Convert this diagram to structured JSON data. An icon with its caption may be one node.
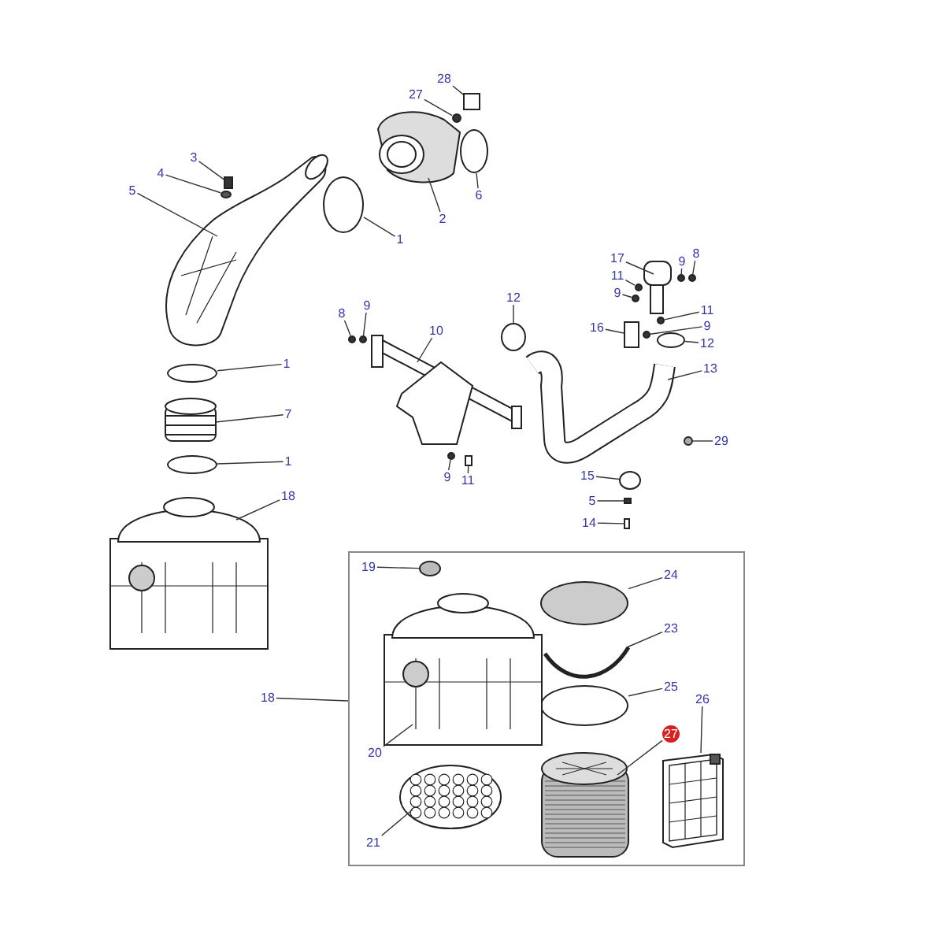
{
  "diagram": {
    "nodes": [
      {
        "text": [
          "28"
        ]
      },
      {
        "text": [
          "27"
        ]
      },
      {
        "text": [
          "3"
        ]
      },
      {
        "text": [
          "4"
        ]
      },
      {
        "text": [
          "5"
        ]
      },
      {
        "text": [
          "6"
        ]
      },
      {
        "text": [
          "2"
        ]
      },
      {
        "text": [
          "1"
        ]
      },
      {
        "text": [
          "8"
        ]
      },
      {
        "text": [
          "17"
        ]
      },
      {
        "text": [
          "9"
        ]
      },
      {
        "text": [
          "11"
        ]
      },
      {
        "text": [
          "9"
        ]
      },
      {
        "text": [
          "12"
        ]
      },
      {
        "text": [
          "9"
        ]
      },
      {
        "text": [
          "11"
        ]
      },
      {
        "text": [
          "8"
        ]
      },
      {
        "text": [
          "9"
        ]
      },
      {
        "text": [
          "16"
        ]
      },
      {
        "text": [
          "10"
        ]
      },
      {
        "text": [
          "12"
        ]
      },
      {
        "text": [
          "1"
        ]
      },
      {
        "text": [
          "13"
        ]
      },
      {
        "text": [
          "7"
        ]
      },
      {
        "text": [
          "29"
        ]
      },
      {
        "text": [
          "1"
        ]
      },
      {
        "text": [
          "9"
        ]
      },
      {
        "text": [
          "15"
        ]
      },
      {
        "text": [
          "11"
        ]
      },
      {
        "text": [
          "18"
        ]
      },
      {
        "text": [
          "5"
        ]
      },
      {
        "text": [
          "14"
        ]
      },
      {
        "text": [],
        "shape": "box"
      },
      {
        "text": [
          "19"
        ],
        "in": 32
      },
      {
        "text": [
          "24"
        ],
        "in": 32
      },
      {
        "text": [
          "23"
        ],
        "in": 32
      },
      {
        "text": [
          "18"
        ]
      },
      {
        "text": [
          "25"
        ],
        "in": 32
      },
      {
        "text": [
          "26"
        ],
        "in": 32
      },
      {
        "text": [
          "27"
        ],
        "in": 32
      },
      {
        "text": [
          "20"
        ],
        "in": 32
      },
      {
        "text": [
          "21"
        ],
        "in": 32
      },
      {
        "text": [],
        "shape": "picture"
      },
      {
        "text": [],
        "shape": "box"
      },
      {
        "text": [],
        "shape": "circle"
      },
      {
        "text": [],
        "shape": "circle"
      },
      {
        "text": [],
        "shape": "picture"
      },
      {
        "text": [],
        "shape": "box"
      },
      {
        "text": [],
        "shape": "circle"
      },
      {
        "text": [],
        "shape": "circle"
      },
      {
        "text": [],
        "shape": "picture"
      },
      {
        "text": [],
        "shape": "circle"
      },
      {
        "text": [],
        "shape": "circle"
      },
      {
        "text": [],
        "shape": "circle"
      },
      {
        "text": [],
        "shape": "circle"
      },
      {
        "text": [],
        "shape": "circle"
      },
      {
        "text": [],
        "shape": "circle"
      },
      {
        "text": [],
        "shape": "circle"
      },
      {
        "text": [],
        "shape": "picture"
      },
      {
        "text": [],
        "shape": "circle"
      },
      {
        "text": [],
        "shape": "box"
      },
      {
        "text": [],
        "shape": "box"
      },
      {
        "text": [],
        "shape": "circle"
      },
      {
        "text": [],
        "shape": "circle"
      },
      {
        "text": [],
        "shape": "circle"
      },
      {
        "text": [],
        "shape": "picture"
      },
      {
        "text": [],
        "shape": "circle"
      },
      {
        "text": [],
        "shape": "circle"
      },
      {
        "text": [],
        "shape": "box"
      },
      {
        "text": [],
        "shape": "box"
      },
      {
        "text": [],
        "shape": "circle"
      },
      {
        "text": [],
        "shape": "picture"
      },
      {
        "text": [],
        "shape": "circle"
      },
      {
        "text": [],
        "shape": "picture"
      },
      {
        "text": [],
        "shape": "circle",
        "in": 32
      },
      {
        "text": [],
        "shape": "circle",
        "in": 32
      },
      {
        "text": [],
        "shape": "picture",
        "in": 32
      },
      {
        "text": [],
        "shape": "circle",
        "in": 32
      },
      {
        "text": [],
        "shape": "picture",
        "in": 32
      },
      {
        "text": [],
        "shape": "picture",
        "in": 32
      },
      {
        "text": [],
        "shape": "picture",
        "in": 32
      },
      {
        "text": [],
        "shape": "picture",
        "in": 32
      }
    ],
    "edges": [
      {
        "from": 0,
        "to": 47,
        "arrow": "none"
      },
      {
        "from": 1,
        "to": 48,
        "arrow": "none"
      },
      {
        "from": 2,
        "to": 43,
        "arrow": "none"
      },
      {
        "from": 3,
        "to": 44,
        "arrow": "none"
      },
      {
        "from": 4,
        "to": 42,
        "arrow": "none"
      },
      {
        "from": 5,
        "to": 49,
        "arrow": "none"
      },
      {
        "from": 6,
        "to": 46,
        "arrow": "none"
      },
      {
        "from": 7,
        "to": 45,
        "arrow": "none"
      },
      {
        "from": 8,
        "to": 54,
        "arrow": "none"
      },
      {
        "from": 9,
        "to": 50,
        "arrow": "none"
      },
      {
        "from": 10,
        "to": 53,
        "arrow": "none"
      },
      {
        "from": 11,
        "to": 51,
        "arrow": "none"
      },
      {
        "from": 12,
        "to": 52,
        "arrow": "none"
      },
      {
        "from": 13,
        "to": 55,
        "arrow": "none"
      },
      {
        "from": 14,
        "to": 57,
        "arrow": "none"
      },
      {
        "from": 15,
        "to": 62,
        "arrow": "none"
      },
      {
        "from": 16,
        "to": 56,
        "arrow": "none"
      },
      {
        "from": 17,
        "to": 63,
        "arrow": "none"
      },
      {
        "from": 18,
        "to": 61,
        "arrow": "none"
      },
      {
        "from": 19,
        "to": 58,
        "arrow": "none"
      },
      {
        "from": 20,
        "to": 64,
        "arrow": "none"
      },
      {
        "from": 21,
        "to": 70,
        "arrow": "none"
      },
      {
        "from": 22,
        "to": 65,
        "arrow": "none"
      },
      {
        "from": 23,
        "to": 71,
        "arrow": "none"
      },
      {
        "from": 24,
        "to": 66,
        "arrow": "none"
      },
      {
        "from": 25,
        "to": 72,
        "arrow": "none"
      },
      {
        "from": 26,
        "to": 59,
        "arrow": "none"
      },
      {
        "from": 27,
        "to": 67,
        "arrow": "none"
      },
      {
        "from": 28,
        "to": 60,
        "arrow": "none"
      },
      {
        "from": 29,
        "to": 73,
        "arrow": "none"
      },
      {
        "from": 30,
        "to": 68,
        "arrow": "none"
      },
      {
        "from": 31,
        "to": 69,
        "arrow": "none"
      },
      {
        "from": 33,
        "to": 74,
        "arrow": "none"
      },
      {
        "from": 34,
        "to": 75,
        "arrow": "none"
      },
      {
        "from": 35,
        "to": 76,
        "arrow": "none"
      },
      {
        "from": 36,
        "to": 32,
        "arrow": "none"
      },
      {
        "from": 37,
        "to": 77,
        "arrow": "none"
      },
      {
        "from": 38,
        "to": 78,
        "arrow": "none"
      },
      {
        "from": 39,
        "to": 79,
        "arrow": "none"
      },
      {
        "from": 40,
        "to": 80,
        "arrow": "none"
      },
      {
        "from": 41,
        "to": 81,
        "arrow": "none"
      }
    ]
  }
}
